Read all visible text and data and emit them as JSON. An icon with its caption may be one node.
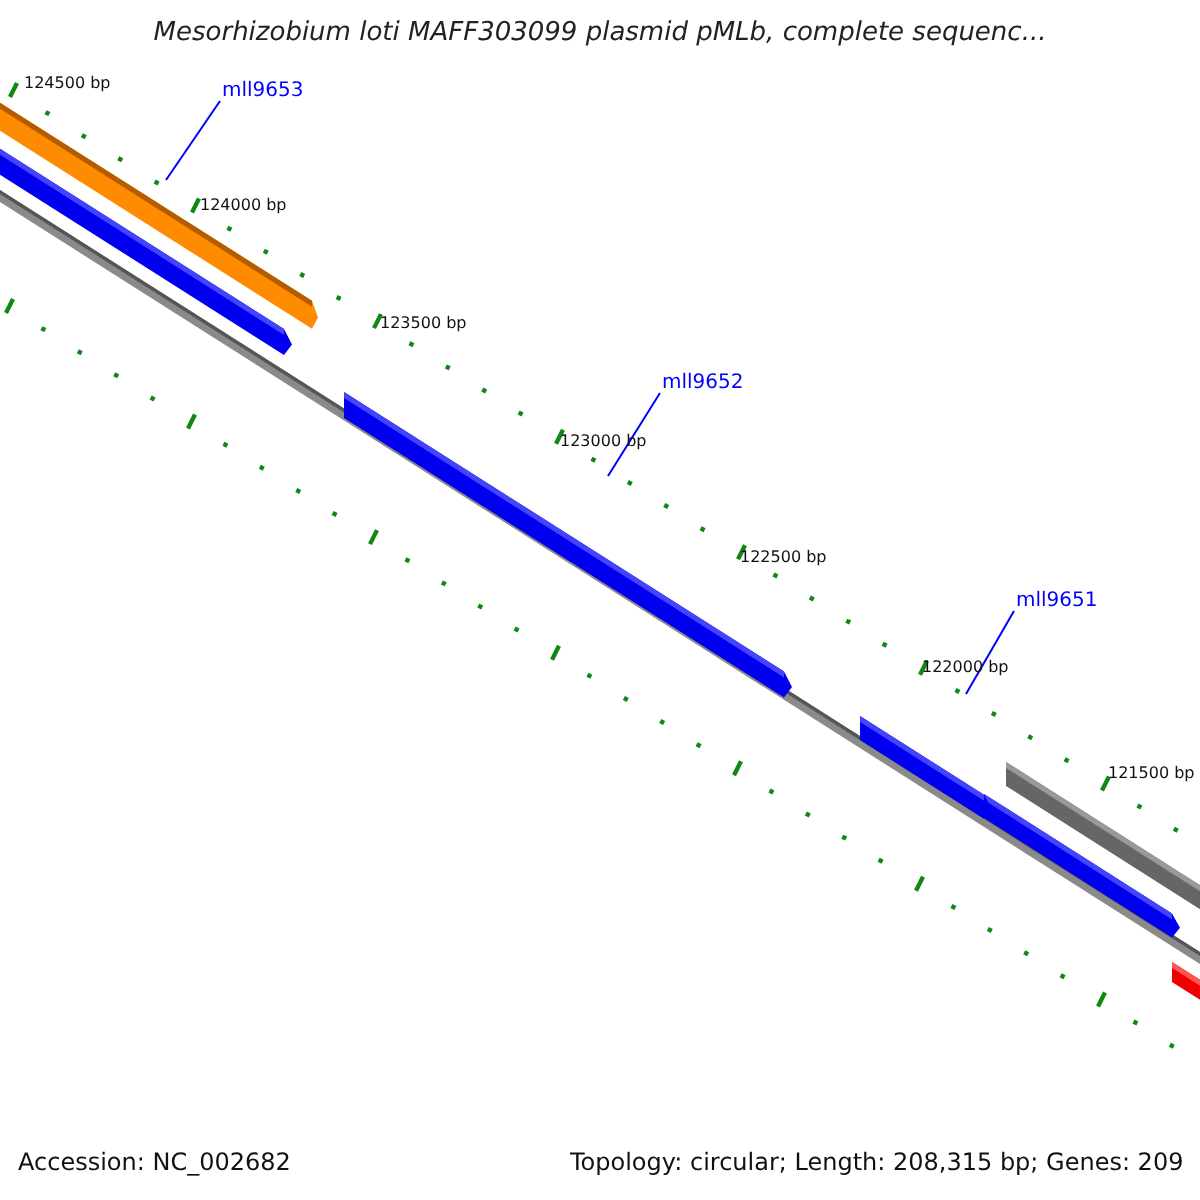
{
  "diagram": {
    "title": "Mesorhizobium loti MAFF303099 plasmid pMLb, complete sequenc...",
    "nodes": [
      {
        "text": [
          "mll9653"
        ]
      },
      {
        "text": [],
        "shape": "bar"
      },
      {
        "text": [
          "mll9652"
        ]
      },
      {
        "text": [],
        "shape": "bar"
      },
      {
        "text": [
          "mll9651"
        ]
      },
      {
        "text": [],
        "shape": "bar"
      }
    ],
    "edges": [
      {
        "from": 0,
        "to": 1,
        "arrow": "none"
      },
      {
        "from": 2,
        "to": 3,
        "arrow": "none"
      },
      {
        "from": 4,
        "to": 5,
        "arrow": "none"
      }
    ],
    "labels": [
      "124500 bp",
      "124000 bp",
      "123500 bp",
      "123000 bp",
      "122500 bp",
      "122000 bp",
      "121500 bp",
      "Accession: NC_002682",
      "Topology: circular; Length: 208,315 bp; Genes: 209"
    ]
  }
}
